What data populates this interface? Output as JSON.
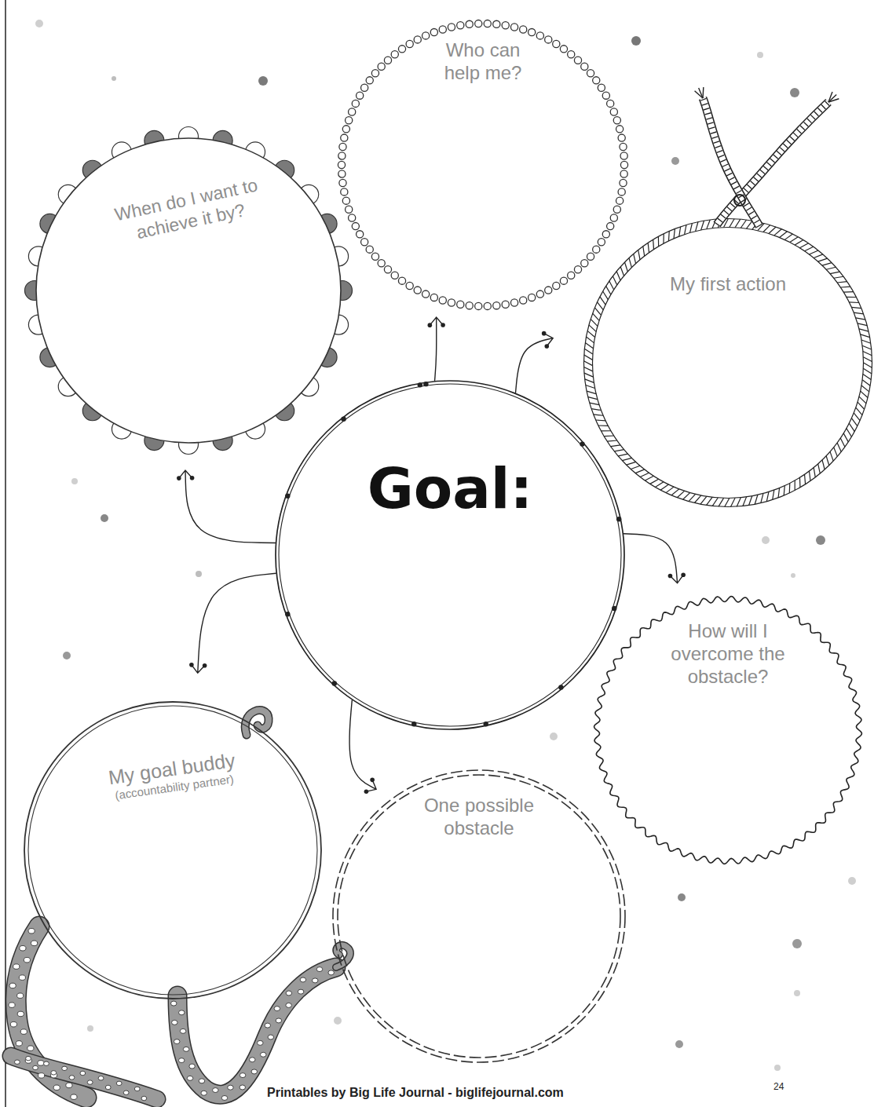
{
  "diagram": {
    "nodes": [
      {
        "text": [
          "Goal:"
        ]
      },
      {
        "text": [
          "When do I want to achieve it by?"
        ]
      },
      {
        "text": [
          "Who can help me?"
        ]
      },
      {
        "text": [
          "My first action"
        ]
      },
      {
        "text": [
          "How will I overcome the obstacle?"
        ]
      },
      {
        "text": [
          "One possible obstacle"
        ]
      },
      {
        "text": [
          "My goal buddy",
          "(accountability partner)"
        ]
      }
    ],
    "edges": [
      {
        "from": 0,
        "to": 1,
        "arrow": "to"
      },
      {
        "from": 0,
        "to": 2,
        "arrow": "to"
      },
      {
        "from": 0,
        "to": 3,
        "arrow": "to"
      },
      {
        "from": 0,
        "to": 4,
        "arrow": "to"
      },
      {
        "from": 0,
        "to": 5,
        "arrow": "to"
      },
      {
        "from": 0,
        "to": 6,
        "arrow": "to"
      }
    ],
    "labels": [
      "Printables by Big Life Journal - biglifejournal.com",
      "24"
    ]
  }
}
